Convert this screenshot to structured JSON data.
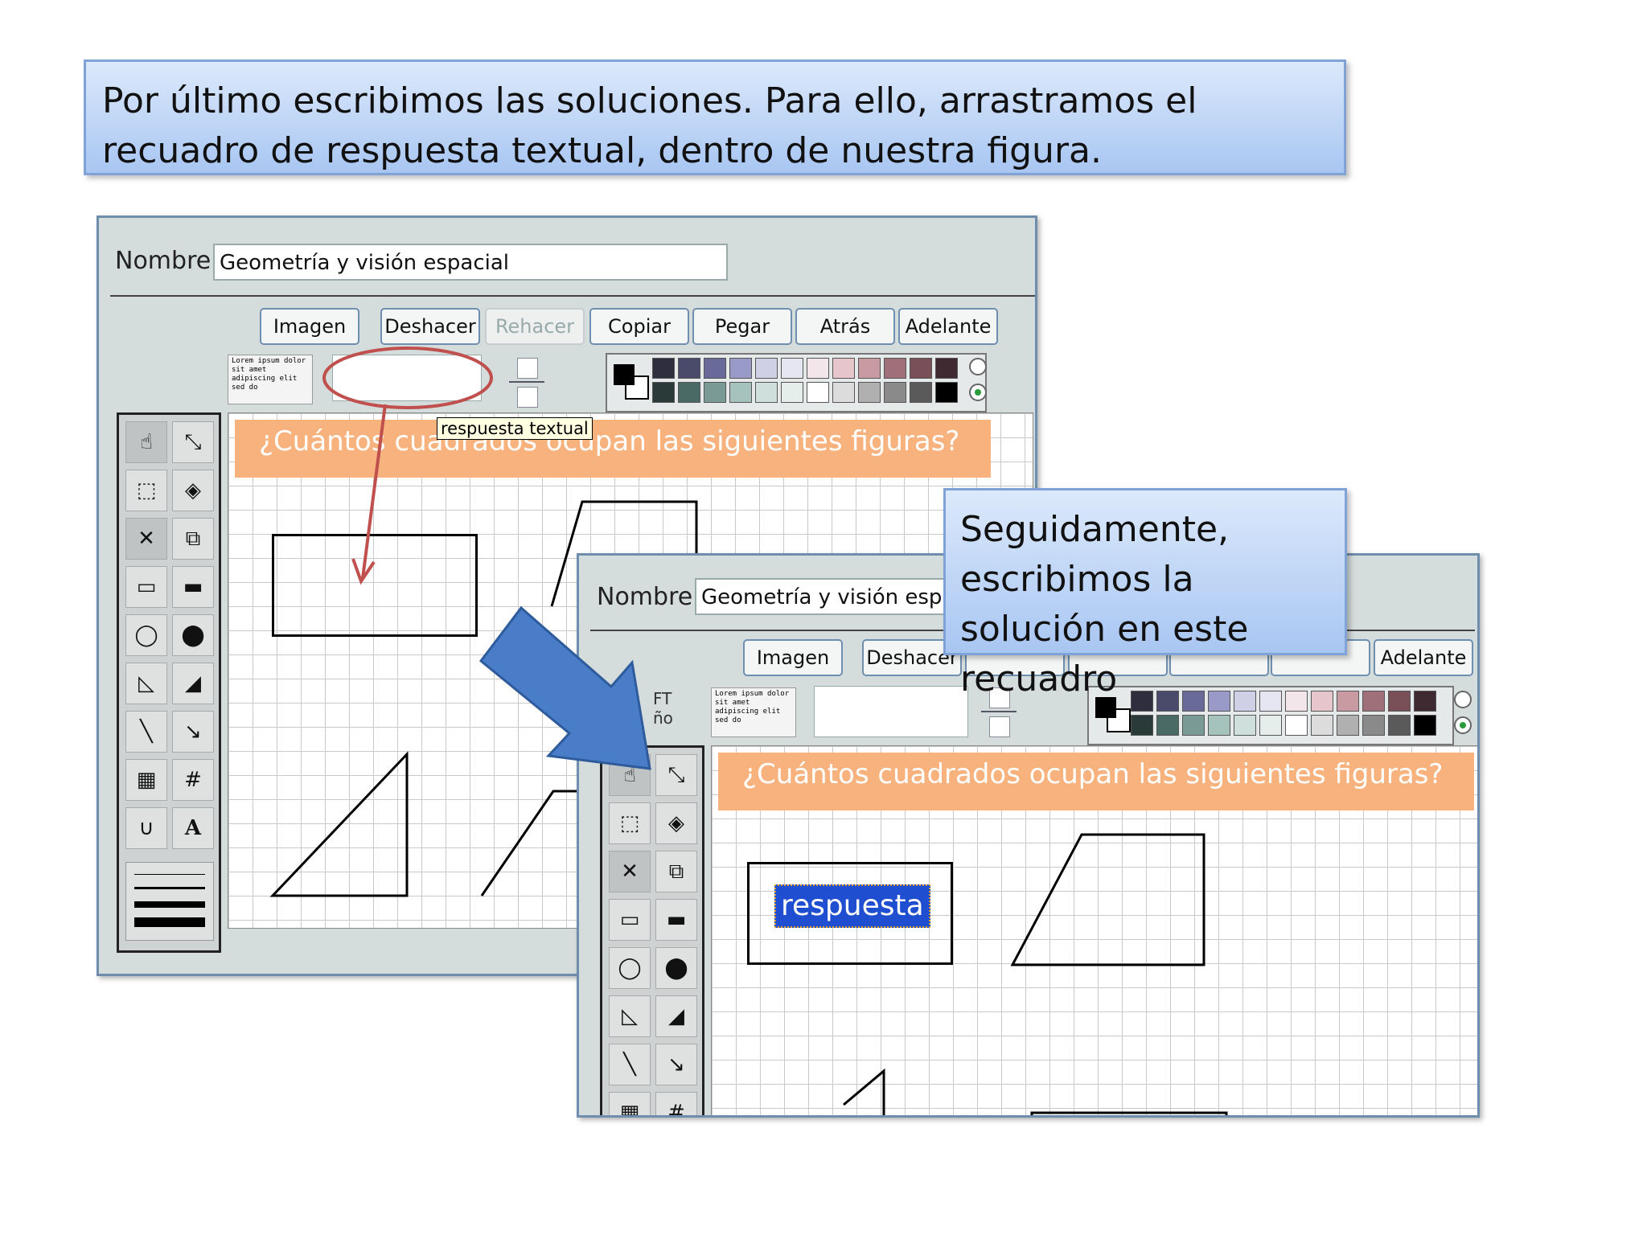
{
  "instructions": {
    "top_text": "Por último escribimos las soluciones. Para ello, arrastramos el recuadro de respuesta textual, dentro de nuestra figura.",
    "side_text": "Seguidamente, escribimos la solución en este recuadro"
  },
  "editor": {
    "nombre_label": "Nombre",
    "nombre_value": "Geometría y visión espacial",
    "buttons": {
      "imagen": "Imagen",
      "deshacer": "Deshacer",
      "rehacer": "Rehacer",
      "copiar": "Copiar",
      "pegar": "Pegar",
      "atras": "Atrás",
      "adelante": "Adelante"
    },
    "lorem_text": "Lorem ipsum dolor sit amet adipiscing elit sed do",
    "tooltip": "respuesta textual",
    "banner": "¿Cuántos cuadrados ocupan las siguientes figuras?",
    "text_tool": "A",
    "grid_tool": "#"
  },
  "editor2": {
    "nombre_value_visible": "Geometría y visión espac",
    "deshacer_visible": "Deshacer",
    "partial_labels": [
      "FT",
      "ño"
    ],
    "answer_text": "respuesta"
  },
  "palette_colors": {
    "row1": [
      "#2e2e3e",
      "#4a4a6a",
      "#6a6a9a",
      "#9a9ac8",
      "#cfcfe6",
      "#e6e6f2",
      "#f2e6ea",
      "#e6c6cc",
      "#c89aa2",
      "#a0707a",
      "#7a5058",
      "#3e2a30"
    ],
    "row2": [
      "#2a3a38",
      "#4a6a66",
      "#7a9a96",
      "#a6c2bc",
      "#cfe0dc",
      "#e6eeec",
      "#ffffff",
      "#dcdcdc",
      "#b0b0b0",
      "#8a8a8a",
      "#5a5a5a",
      "#000000"
    ]
  }
}
